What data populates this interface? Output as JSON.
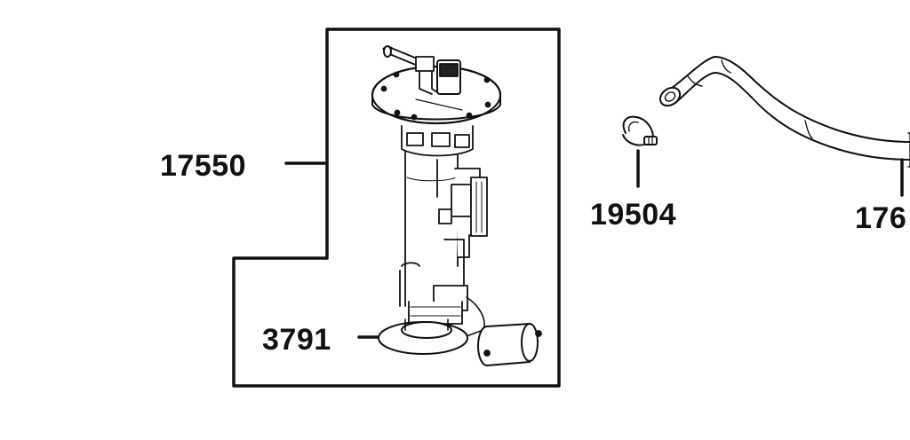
{
  "callouts": {
    "fuel_pump_assembly": "17550",
    "gasket": "3791",
    "hose_clamp": "19504",
    "fuel_hose_truncated": "176"
  },
  "colors": {
    "line": "#111111",
    "background": "#ffffff"
  }
}
